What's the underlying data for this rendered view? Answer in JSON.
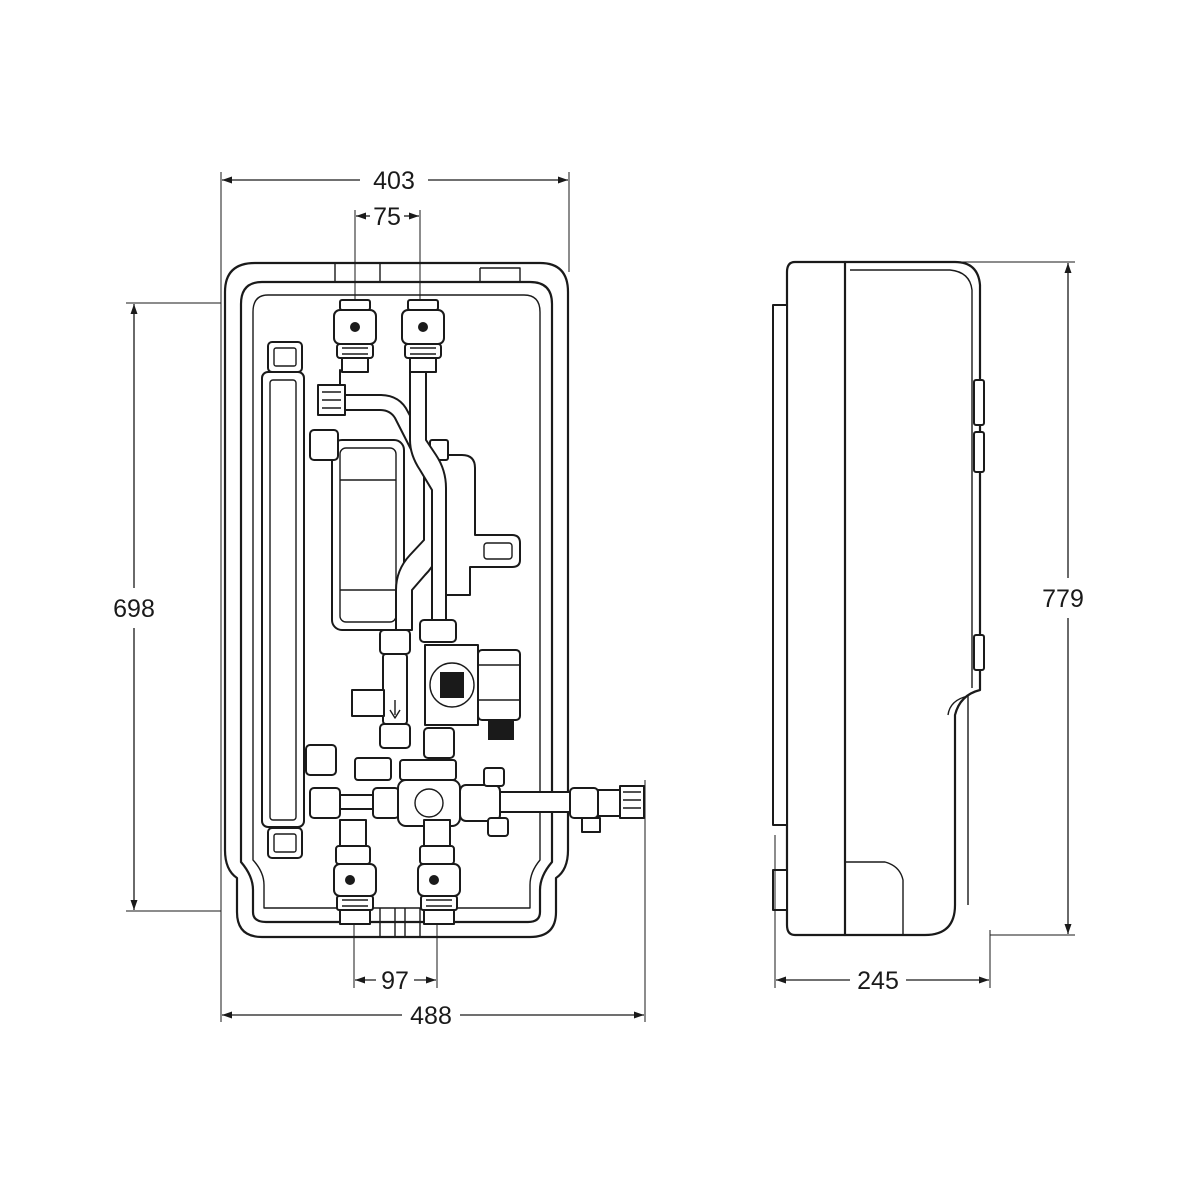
{
  "dimensions": {
    "front_width_outer": "488",
    "front_width_inner": "403",
    "top_connection_spacing": "75",
    "bottom_connection_spacing": "97",
    "front_height": "698",
    "side_height": "779",
    "side_depth": "245"
  }
}
